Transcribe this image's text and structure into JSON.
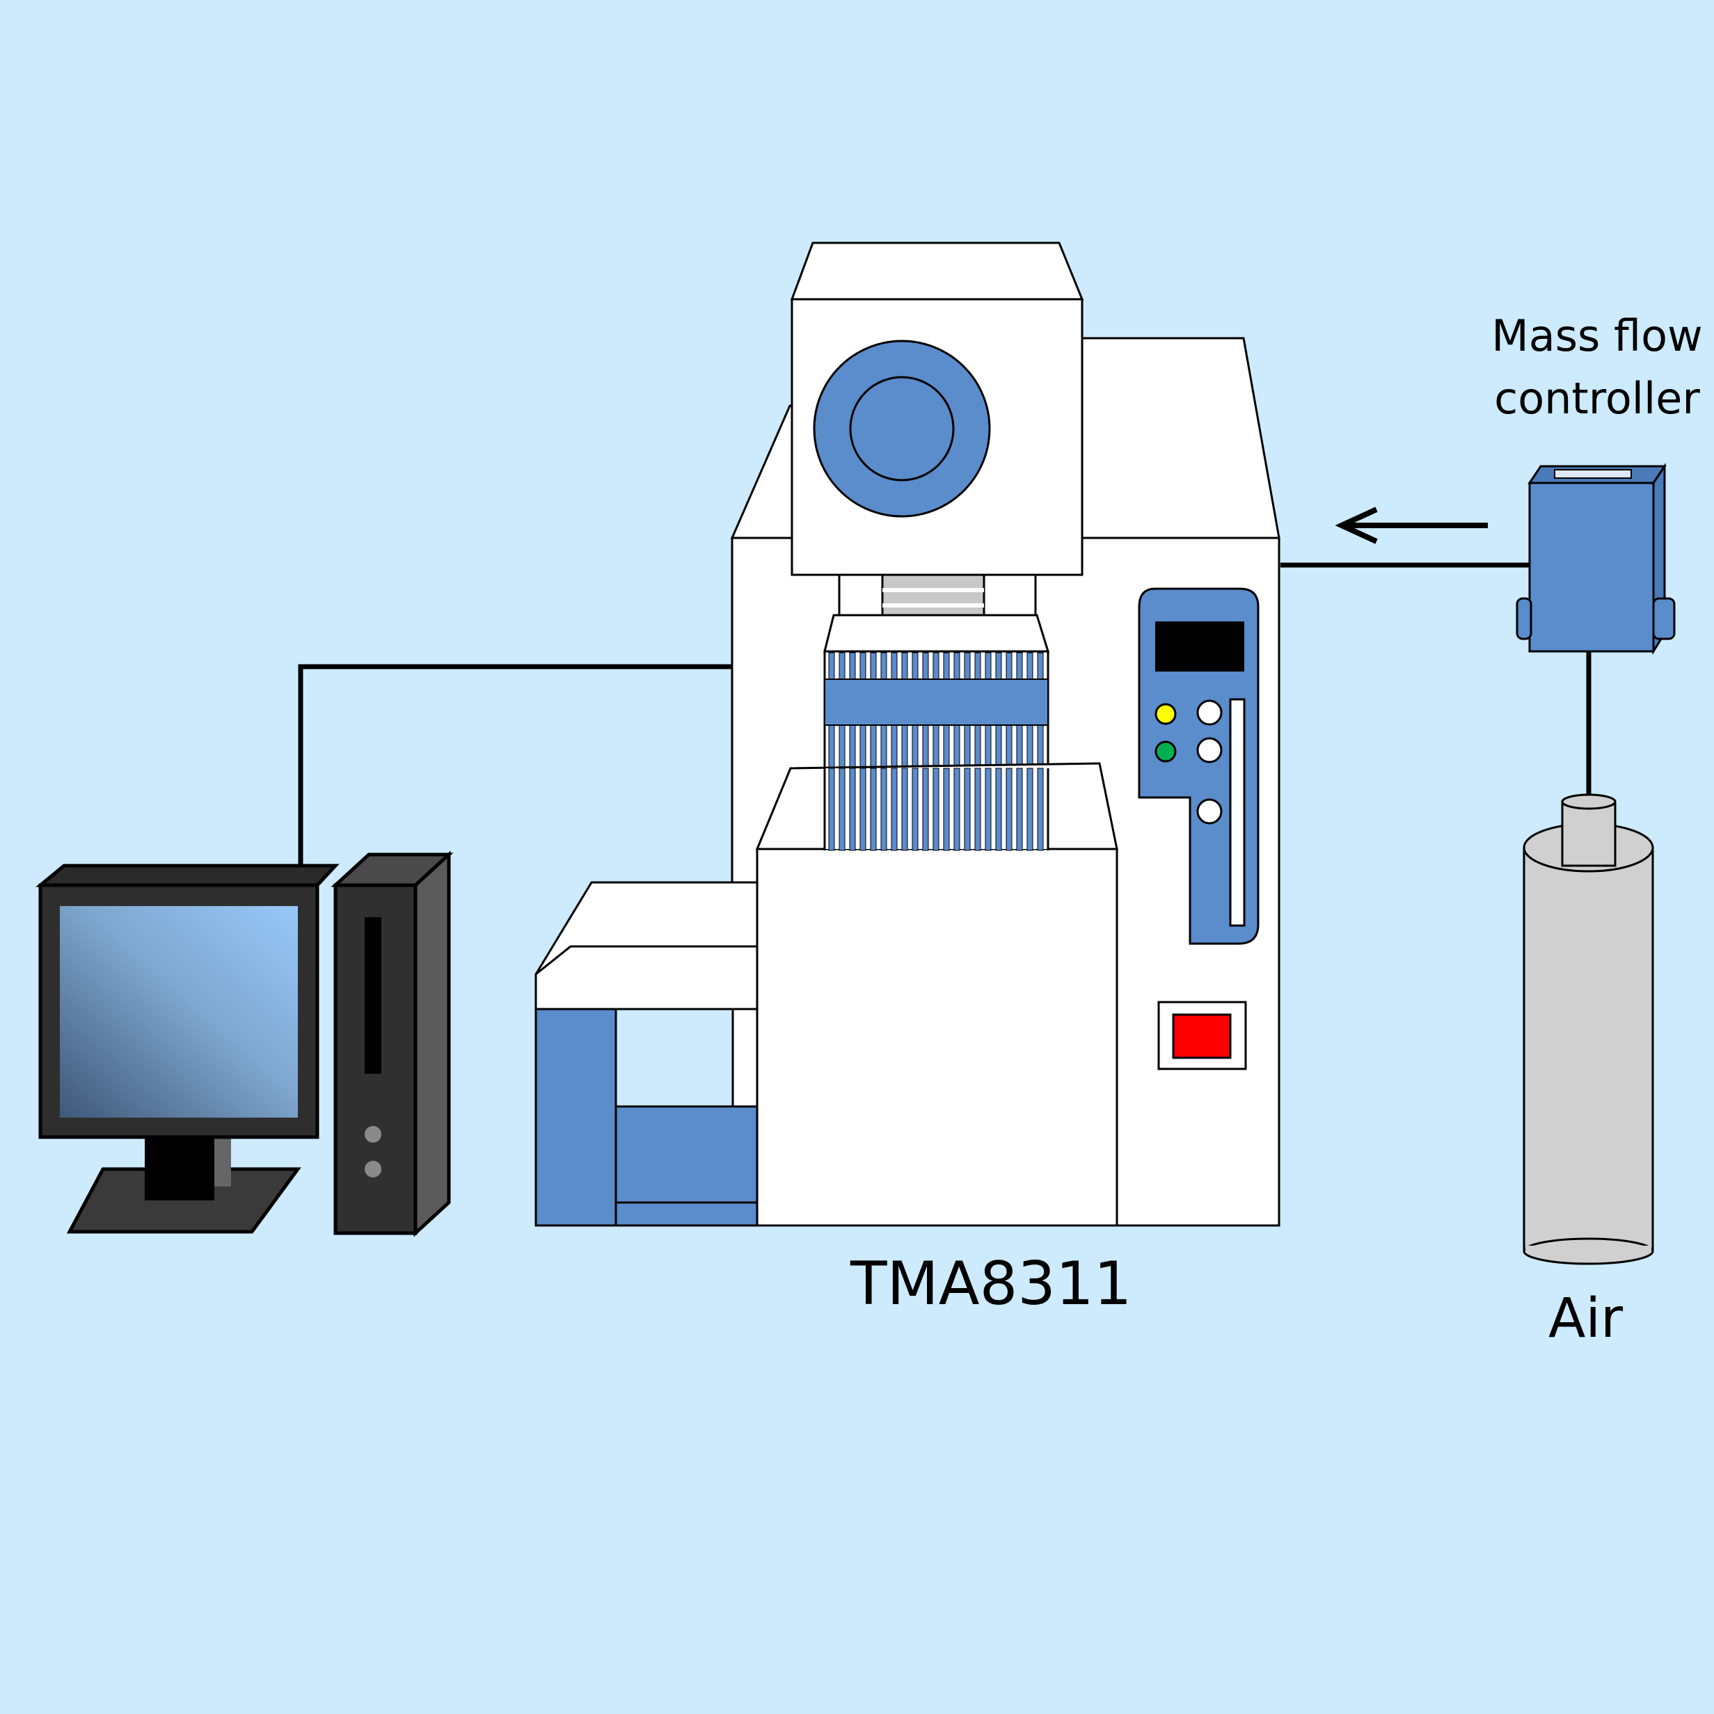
{
  "labels": {
    "instrument": "TMA8311",
    "mass_flow_controller_line1": "Mass flow",
    "mass_flow_controller_line2": "controller",
    "gas_source": "Air"
  },
  "colors": {
    "background": "#cdebfd",
    "accent_blue": "#5b8ccb",
    "outline": "#000000",
    "instrument_body": "#ffffff",
    "monitor_frame": "#2e2e2e",
    "indicator_yellow": "#ffff00",
    "indicator_green": "#00b050",
    "power_switch_red": "#ff0000",
    "cylinder_gray": "#d0d0d0"
  },
  "components": [
    {
      "id": "computer",
      "icon": "desktop-computer-icon"
    },
    {
      "id": "instrument",
      "icon": "thermomechanical-analyzer-icon"
    },
    {
      "id": "mass_flow_controller",
      "icon": "mass-flow-controller-icon"
    },
    {
      "id": "gas_cylinder",
      "icon": "gas-cylinder-icon"
    }
  ],
  "connections": [
    {
      "from": "computer",
      "to": "instrument",
      "style": "line"
    },
    {
      "from": "mass_flow_controller",
      "to": "instrument",
      "style": "line",
      "flow_arrow": "left"
    },
    {
      "from": "gas_cylinder",
      "to": "mass_flow_controller",
      "style": "line"
    }
  ]
}
